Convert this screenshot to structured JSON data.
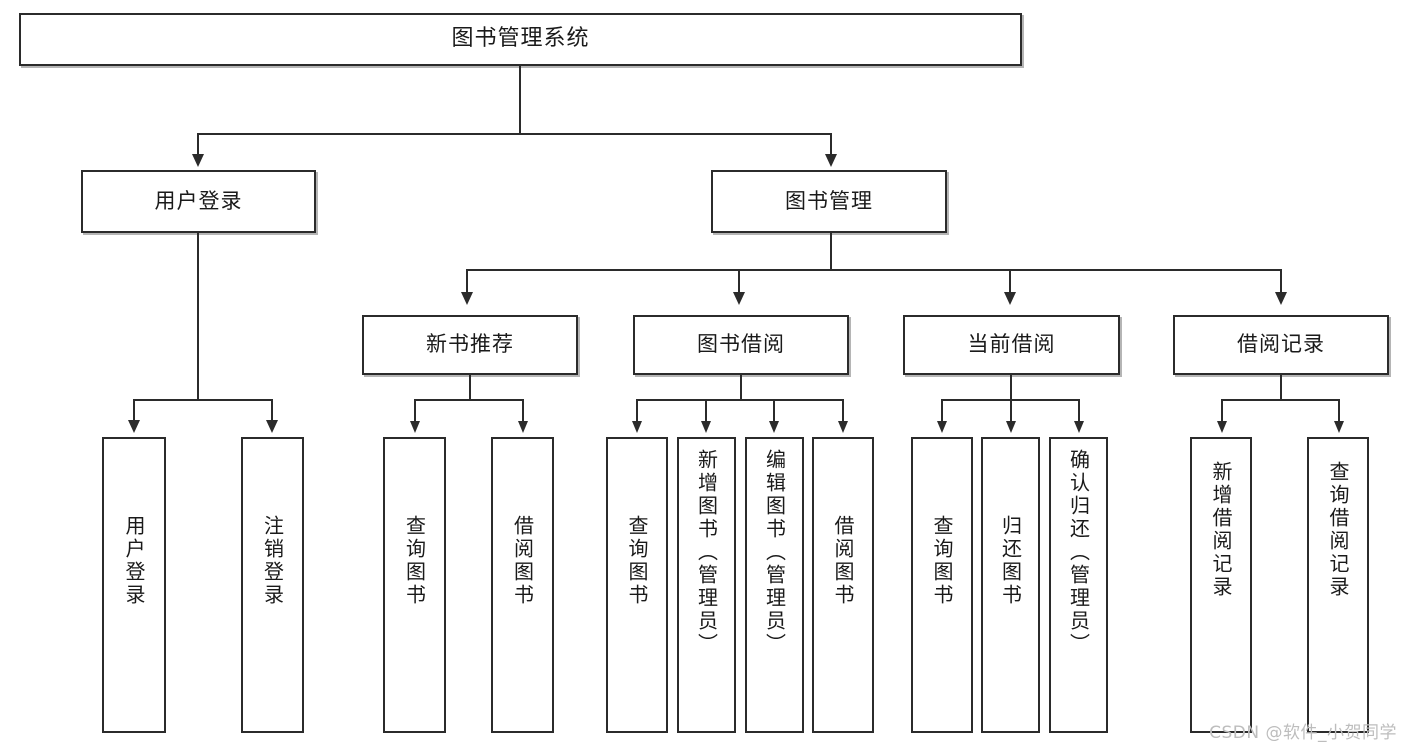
{
  "diagram": {
    "title": "图书管理系统",
    "type": "tree",
    "watermark": "CSDN @软件_小贺同学",
    "levels": {
      "root": "图书管理系统",
      "level2": [
        "用户登录",
        "图书管理"
      ],
      "level3": [
        "新书推荐",
        "图书借阅",
        "当前借阅",
        "借阅记录"
      ]
    },
    "nodes": {
      "root": {
        "label": "图书管理系统"
      },
      "user_login": {
        "label": "用户登录"
      },
      "book_manage": {
        "label": "图书管理"
      },
      "new_book_rec": {
        "label": "新书推荐"
      },
      "book_borrow": {
        "label": "图书借阅"
      },
      "current_borrow": {
        "label": "当前借阅"
      },
      "borrow_record": {
        "label": "借阅记录"
      }
    },
    "leaves": {
      "user_login": [
        {
          "label": "用户登录"
        },
        {
          "label": "注销登录"
        }
      ],
      "new_book_rec": [
        {
          "label": "查询图书"
        },
        {
          "label": "借阅图书"
        }
      ],
      "book_borrow": [
        {
          "label": "查询图书"
        },
        {
          "label": "新增图书（管理员）"
        },
        {
          "label": "编辑图书（管理员）"
        },
        {
          "label": "借阅图书"
        }
      ],
      "current_borrow": [
        {
          "label": "查询图书"
        },
        {
          "label": "归还图书"
        },
        {
          "label": "确认归还（管理员）"
        }
      ],
      "borrow_record": [
        {
          "label": "新增借阅记录"
        },
        {
          "label": "查询借阅记录"
        }
      ]
    }
  }
}
